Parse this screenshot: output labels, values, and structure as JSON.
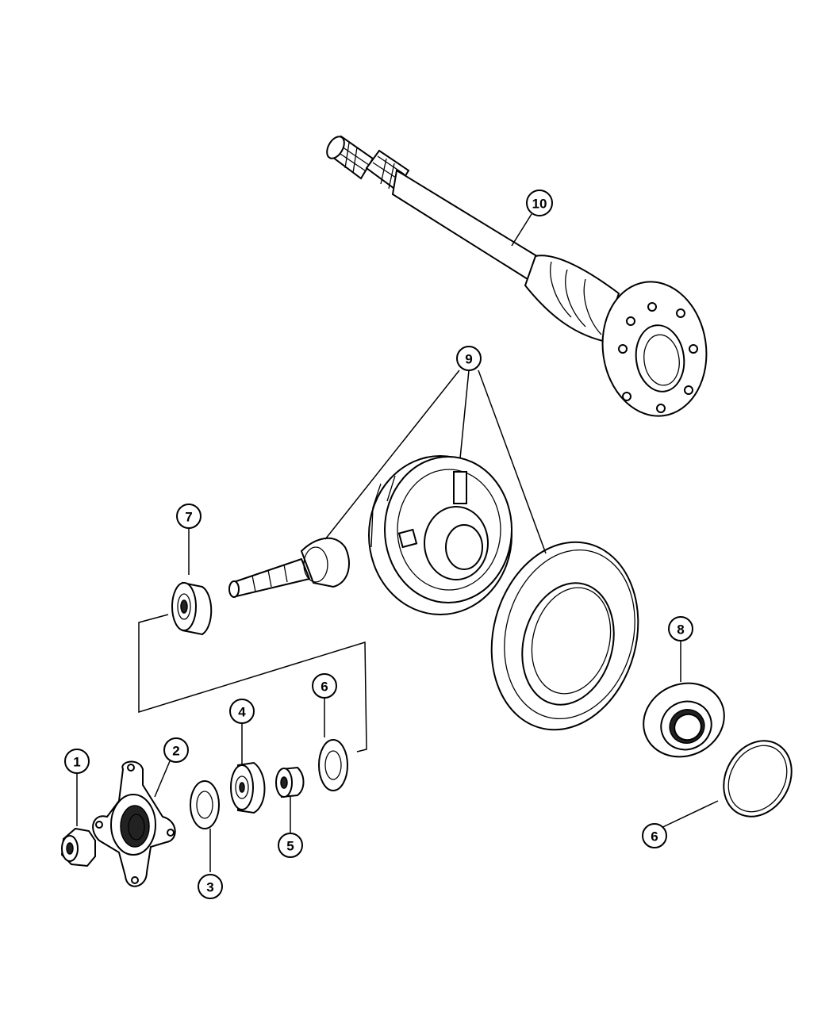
{
  "callouts": [
    {
      "id": "c1",
      "label": "1"
    },
    {
      "id": "c2",
      "label": "2"
    },
    {
      "id": "c3",
      "label": "3"
    },
    {
      "id": "c4",
      "label": "4"
    },
    {
      "id": "c5",
      "label": "5"
    },
    {
      "id": "c6a",
      "label": "6"
    },
    {
      "id": "c6b",
      "label": "6"
    },
    {
      "id": "c7",
      "label": "7"
    },
    {
      "id": "c8",
      "label": "8"
    },
    {
      "id": "c9",
      "label": "9"
    },
    {
      "id": "c10",
      "label": "10"
    }
  ]
}
